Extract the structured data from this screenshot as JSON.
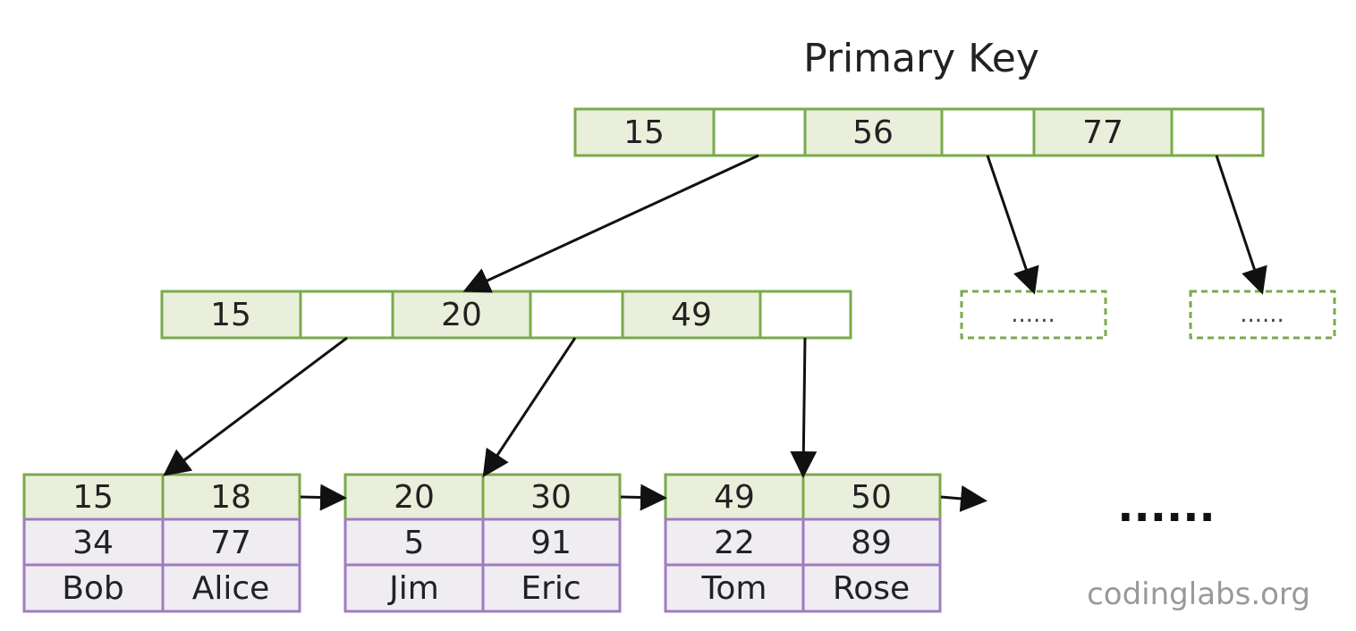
{
  "title": "Primary Key",
  "colors": {
    "key_fill": "#e9efdb",
    "key_stroke": "#7aaa4a",
    "row_fill": "#efecf2",
    "row_stroke": "#a07cc0",
    "arrow": "#111111"
  },
  "root_node": {
    "keys": [
      "15",
      "56",
      "77"
    ]
  },
  "internal_node": {
    "keys": [
      "15",
      "20",
      "49"
    ]
  },
  "placeholder_nodes": [
    "......",
    "......"
  ],
  "leaf_nodes": [
    {
      "keys": [
        "15",
        "18"
      ],
      "rows": [
        [
          "34",
          "77"
        ],
        [
          "Bob",
          "Alice"
        ]
      ]
    },
    {
      "keys": [
        "20",
        "30"
      ],
      "rows": [
        [
          "5",
          "91"
        ],
        [
          "Jim",
          "Eric"
        ]
      ]
    },
    {
      "keys": [
        "49",
        "50"
      ],
      "rows": [
        [
          "22",
          "89"
        ],
        [
          "Tom",
          "Rose"
        ]
      ]
    }
  ],
  "continuation": "......",
  "watermark": "codinglabs.org"
}
